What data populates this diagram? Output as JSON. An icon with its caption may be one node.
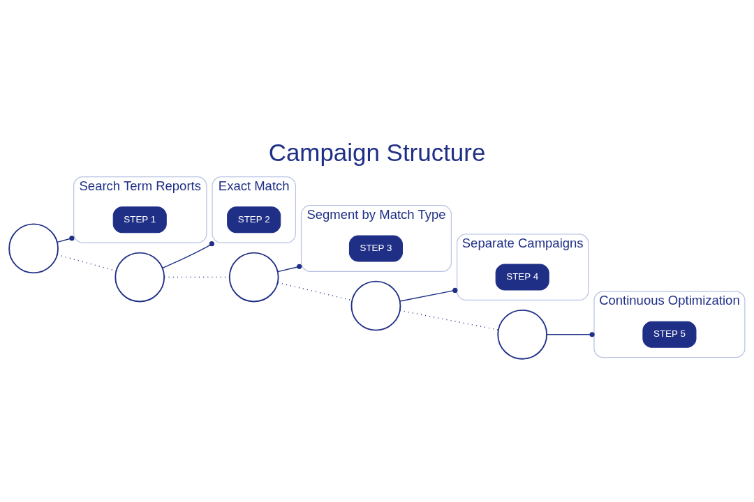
{
  "diagram": {
    "title": "Campaign Structure",
    "nodes": [
      {
        "text": [],
        "shape": "circle"
      },
      {
        "text": [
          "Search Term Reports"
        ]
      },
      {
        "text": [
          "STEP 1"
        ],
        "in": 1
      },
      {
        "text": [],
        "shape": "circle"
      },
      {
        "text": [
          "Exact Match"
        ]
      },
      {
        "text": [
          "STEP 2"
        ],
        "in": 4
      },
      {
        "text": [],
        "shape": "circle"
      },
      {
        "text": [
          "Segment by Match Type"
        ]
      },
      {
        "text": [
          "STEP 3"
        ],
        "in": 7
      },
      {
        "text": [],
        "shape": "circle"
      },
      {
        "text": [
          "Separate Campaigns"
        ]
      },
      {
        "text": [
          "STEP 4"
        ],
        "in": 10
      },
      {
        "text": [],
        "shape": "circle"
      },
      {
        "text": [
          "Continuous Optimization"
        ]
      },
      {
        "text": [
          "STEP 5"
        ],
        "in": 13
      }
    ],
    "edges": [
      {
        "from": 0,
        "to": 1,
        "arrow": "other"
      },
      {
        "from": 3,
        "to": 4,
        "arrow": "other"
      },
      {
        "from": 6,
        "to": 7,
        "arrow": "other"
      },
      {
        "from": 9,
        "to": 10,
        "arrow": "other"
      },
      {
        "from": 12,
        "to": 13,
        "arrow": "other"
      },
      {
        "from": 0,
        "to": 3,
        "arrow": "none",
        "style": "dashed"
      },
      {
        "from": 3,
        "to": 6,
        "arrow": "none",
        "style": "dashed"
      },
      {
        "from": 6,
        "to": 9,
        "arrow": "none",
        "style": "dashed"
      },
      {
        "from": 9,
        "to": 12,
        "arrow": "none",
        "style": "dashed"
      }
    ]
  }
}
